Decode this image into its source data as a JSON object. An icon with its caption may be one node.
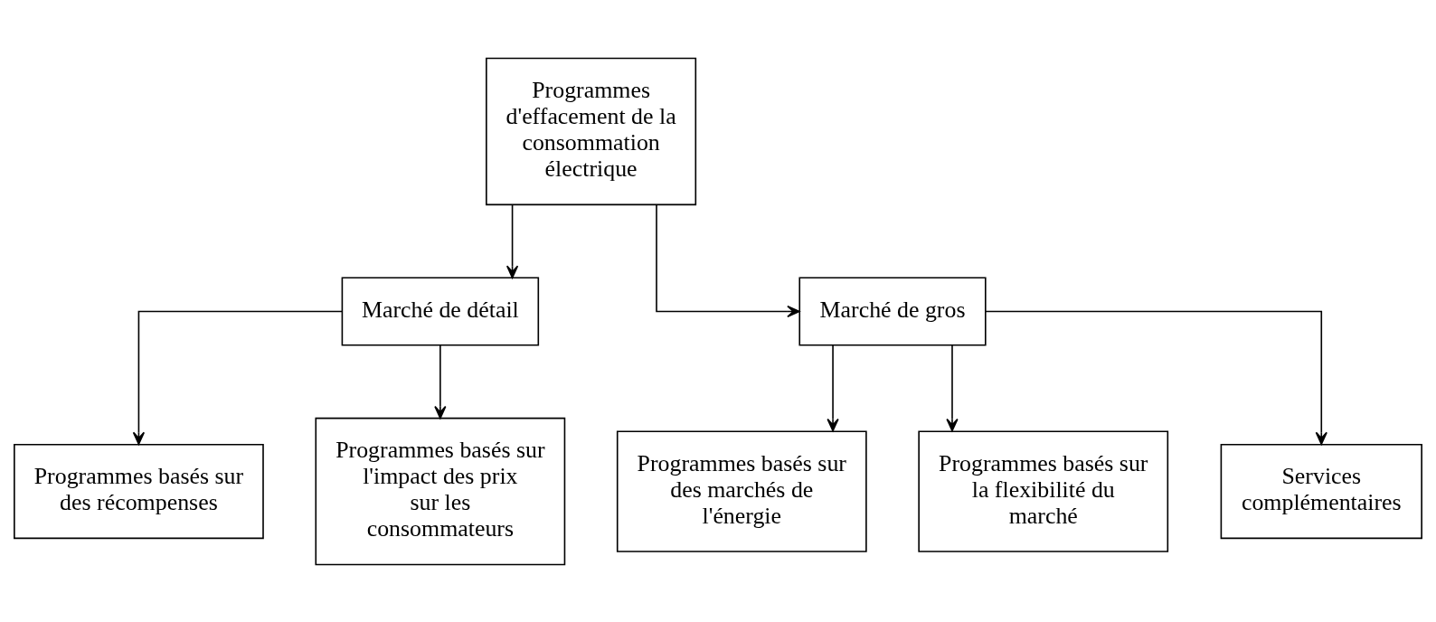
{
  "diagram": {
    "nodes": [
      {
        "text": [
          "Programmes d'effacement de la consommation électrique"
        ]
      },
      {
        "text": [
          "Marché de détail"
        ]
      },
      {
        "text": [
          "Marché de gros"
        ]
      },
      {
        "text": [
          "Programmes basés sur des récompenses"
        ]
      },
      {
        "text": [
          "Programmes basés sur l'impact des prix sur les consommateurs"
        ]
      },
      {
        "text": [
          "Programmes basés sur des marchés de l'énergie"
        ]
      },
      {
        "text": [
          "Programmes basés sur la flexibilité du marché"
        ]
      },
      {
        "text": [
          "Services complémentaires"
        ]
      }
    ],
    "edges": [
      {
        "from": 0,
        "to": 1,
        "arrow": "to"
      },
      {
        "from": 0,
        "to": 2,
        "arrow": "to"
      },
      {
        "from": 1,
        "to": 3,
        "arrow": "to"
      },
      {
        "from": 1,
        "to": 4,
        "arrow": "to"
      },
      {
        "from": 2,
        "to": 5,
        "arrow": "to"
      },
      {
        "from": 2,
        "to": 6,
        "arrow": "to"
      },
      {
        "from": 2,
        "to": 7,
        "arrow": "to"
      }
    ]
  }
}
